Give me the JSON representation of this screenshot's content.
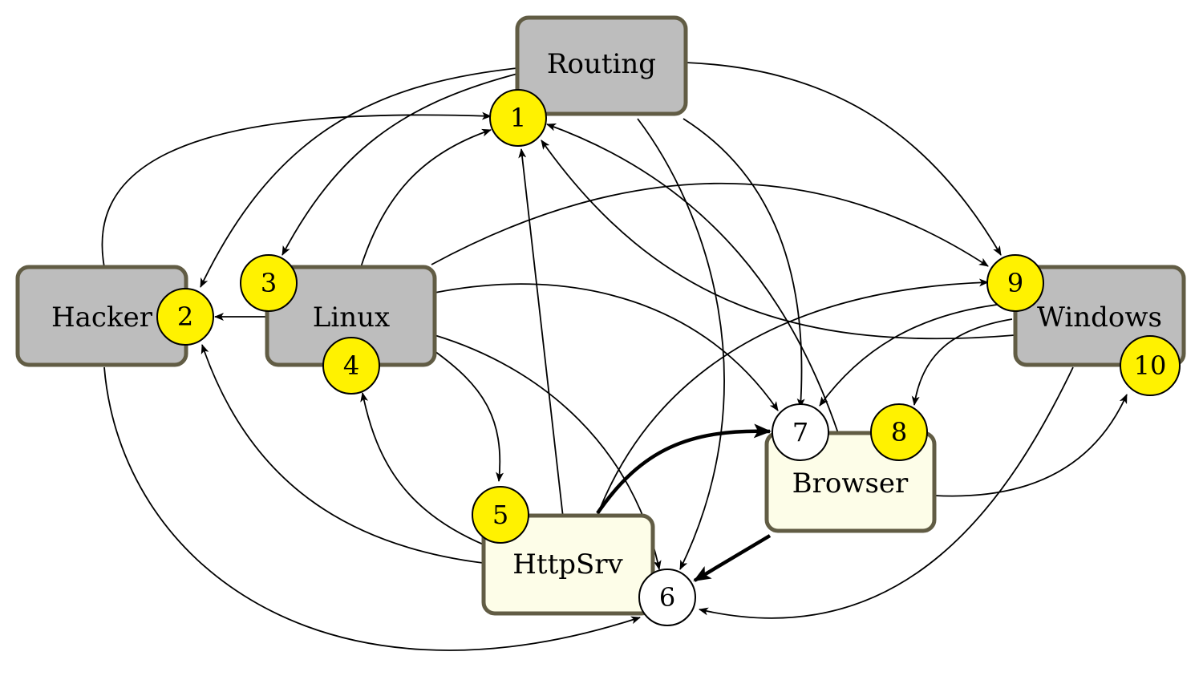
{
  "colors": {
    "gray_fill": "#bdbdbd",
    "cream_fill": "#fdfde8",
    "border": "#615c44",
    "badge_yellow": "#fff200",
    "badge_white": "#ffffff"
  },
  "nodes": {
    "routing": {
      "label": "Routing"
    },
    "hacker": {
      "label": "Hacker"
    },
    "linux": {
      "label": "Linux"
    },
    "windows": {
      "label": "Windows"
    },
    "httpsrv": {
      "label": "HttpSrv"
    },
    "browser": {
      "label": "Browser"
    }
  },
  "badges": {
    "b1": "1",
    "b2": "2",
    "b3": "3",
    "b4": "4",
    "b5": "5",
    "b6": "6",
    "b7": "7",
    "b8": "8",
    "b9": "9",
    "b10": "10"
  }
}
